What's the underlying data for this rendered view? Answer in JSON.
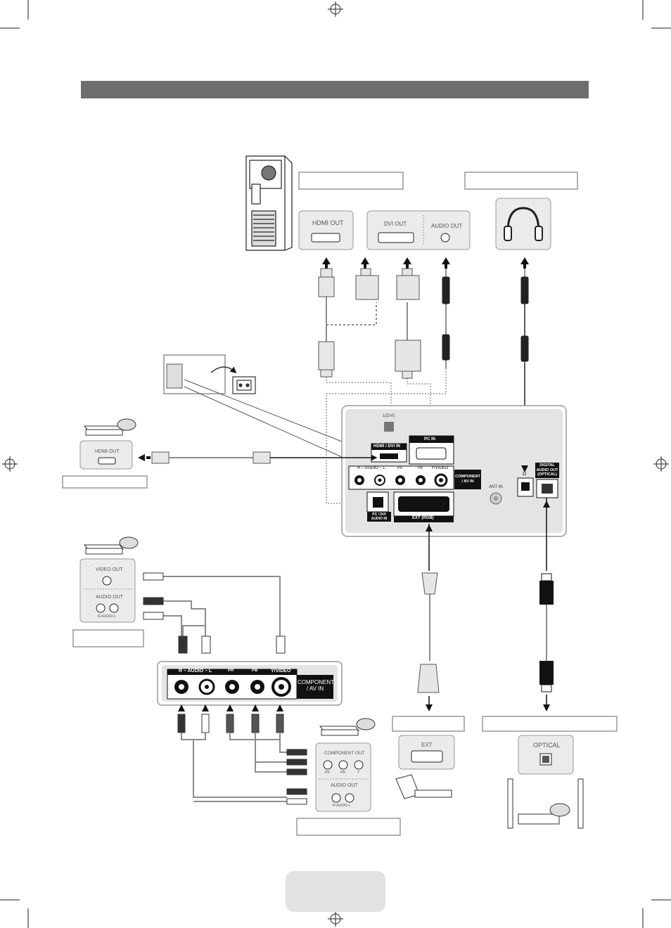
{
  "port_labels": {
    "hdmi_out": "HDMI OUT",
    "dvi_out": "DVI OUT",
    "audio_out": "AUDIO OUT",
    "hdmi_out_left": "HDMI OUT",
    "video_out": "VIDEO OUT",
    "audio_out_left": "AUDIO OUT",
    "audio_out_left_sub": "R-AUDIO-L",
    "component_out": "COMPONENT OUT",
    "comp_pr": "PR",
    "comp_pb": "PB",
    "comp_y": "Y",
    "audio_out_bottom": "AUDIO OUT",
    "audio_out_bottom_sub": "R-AUDIO-L",
    "ext": "EXT",
    "optical": "OPTICAL"
  },
  "tv_panel": {
    "hdmi_dvi_in": "HDMI / DVI IN",
    "hdmi_num": "1(DVI)",
    "pc_in": "PC IN",
    "audio_row": "R – AUDIO – L",
    "pr": "PR",
    "pb": "PB",
    "y_video": "Y/VIDEO",
    "component_av_in": "COMPONENT / AV IN",
    "ant_in": "ANT IN",
    "digital_audio_out": "DIGITAL AUDIO OUT (OPTICAL)",
    "pc_dvi_audio_in": "PC / DVI AUDIO IN",
    "ext_rgb": "EXT (RGB)",
    "headphone_symbol": "Ω"
  },
  "zoom_panel": {
    "audio": "R – AUDIO – L",
    "pr": "PR",
    "pb": "PB",
    "y_video": "Y/VIDEO",
    "component_av_in": "COMPONENT / AV IN"
  },
  "colors": {
    "header_bar": "#6d6d6d",
    "panel_fill": "#e4e4e4",
    "port_black": "#111111",
    "cable_gray": "#8c8c8c",
    "device_box": "#ebebeb"
  },
  "icons": [
    "arrow-up-icon",
    "arrow-down-icon",
    "arrow-left-icon",
    "headphone-icon",
    "disc-icon",
    "dvd-player-icon",
    "computer-tower-icon",
    "speaker-icon",
    "plug-icon"
  ]
}
